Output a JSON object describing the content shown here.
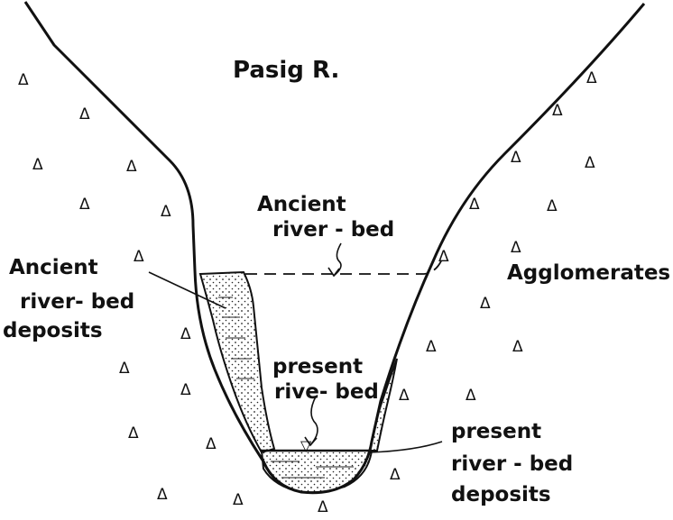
{
  "title": "Pasig R.",
  "labels": {
    "ancient_bed_line_1": "Ancient",
    "ancient_bed_line_2": "river - bed",
    "ancient_deposits_line_1": "Ancient",
    "ancient_deposits_line_2": "river- bed",
    "ancient_deposits_line_3": "deposits",
    "present_bed_line_1": "present",
    "present_bed_line_2": "rive- bed",
    "present_deposits_line_1": "present",
    "present_deposits_line_2": "river - bed",
    "present_deposits_line_3": "deposits",
    "agglomerates": "Agglomerates"
  },
  "symbols": {
    "triangle": "Δ",
    "water_level": "▽"
  },
  "colors": {
    "ink": "#111111",
    "background": "#ffffff"
  }
}
